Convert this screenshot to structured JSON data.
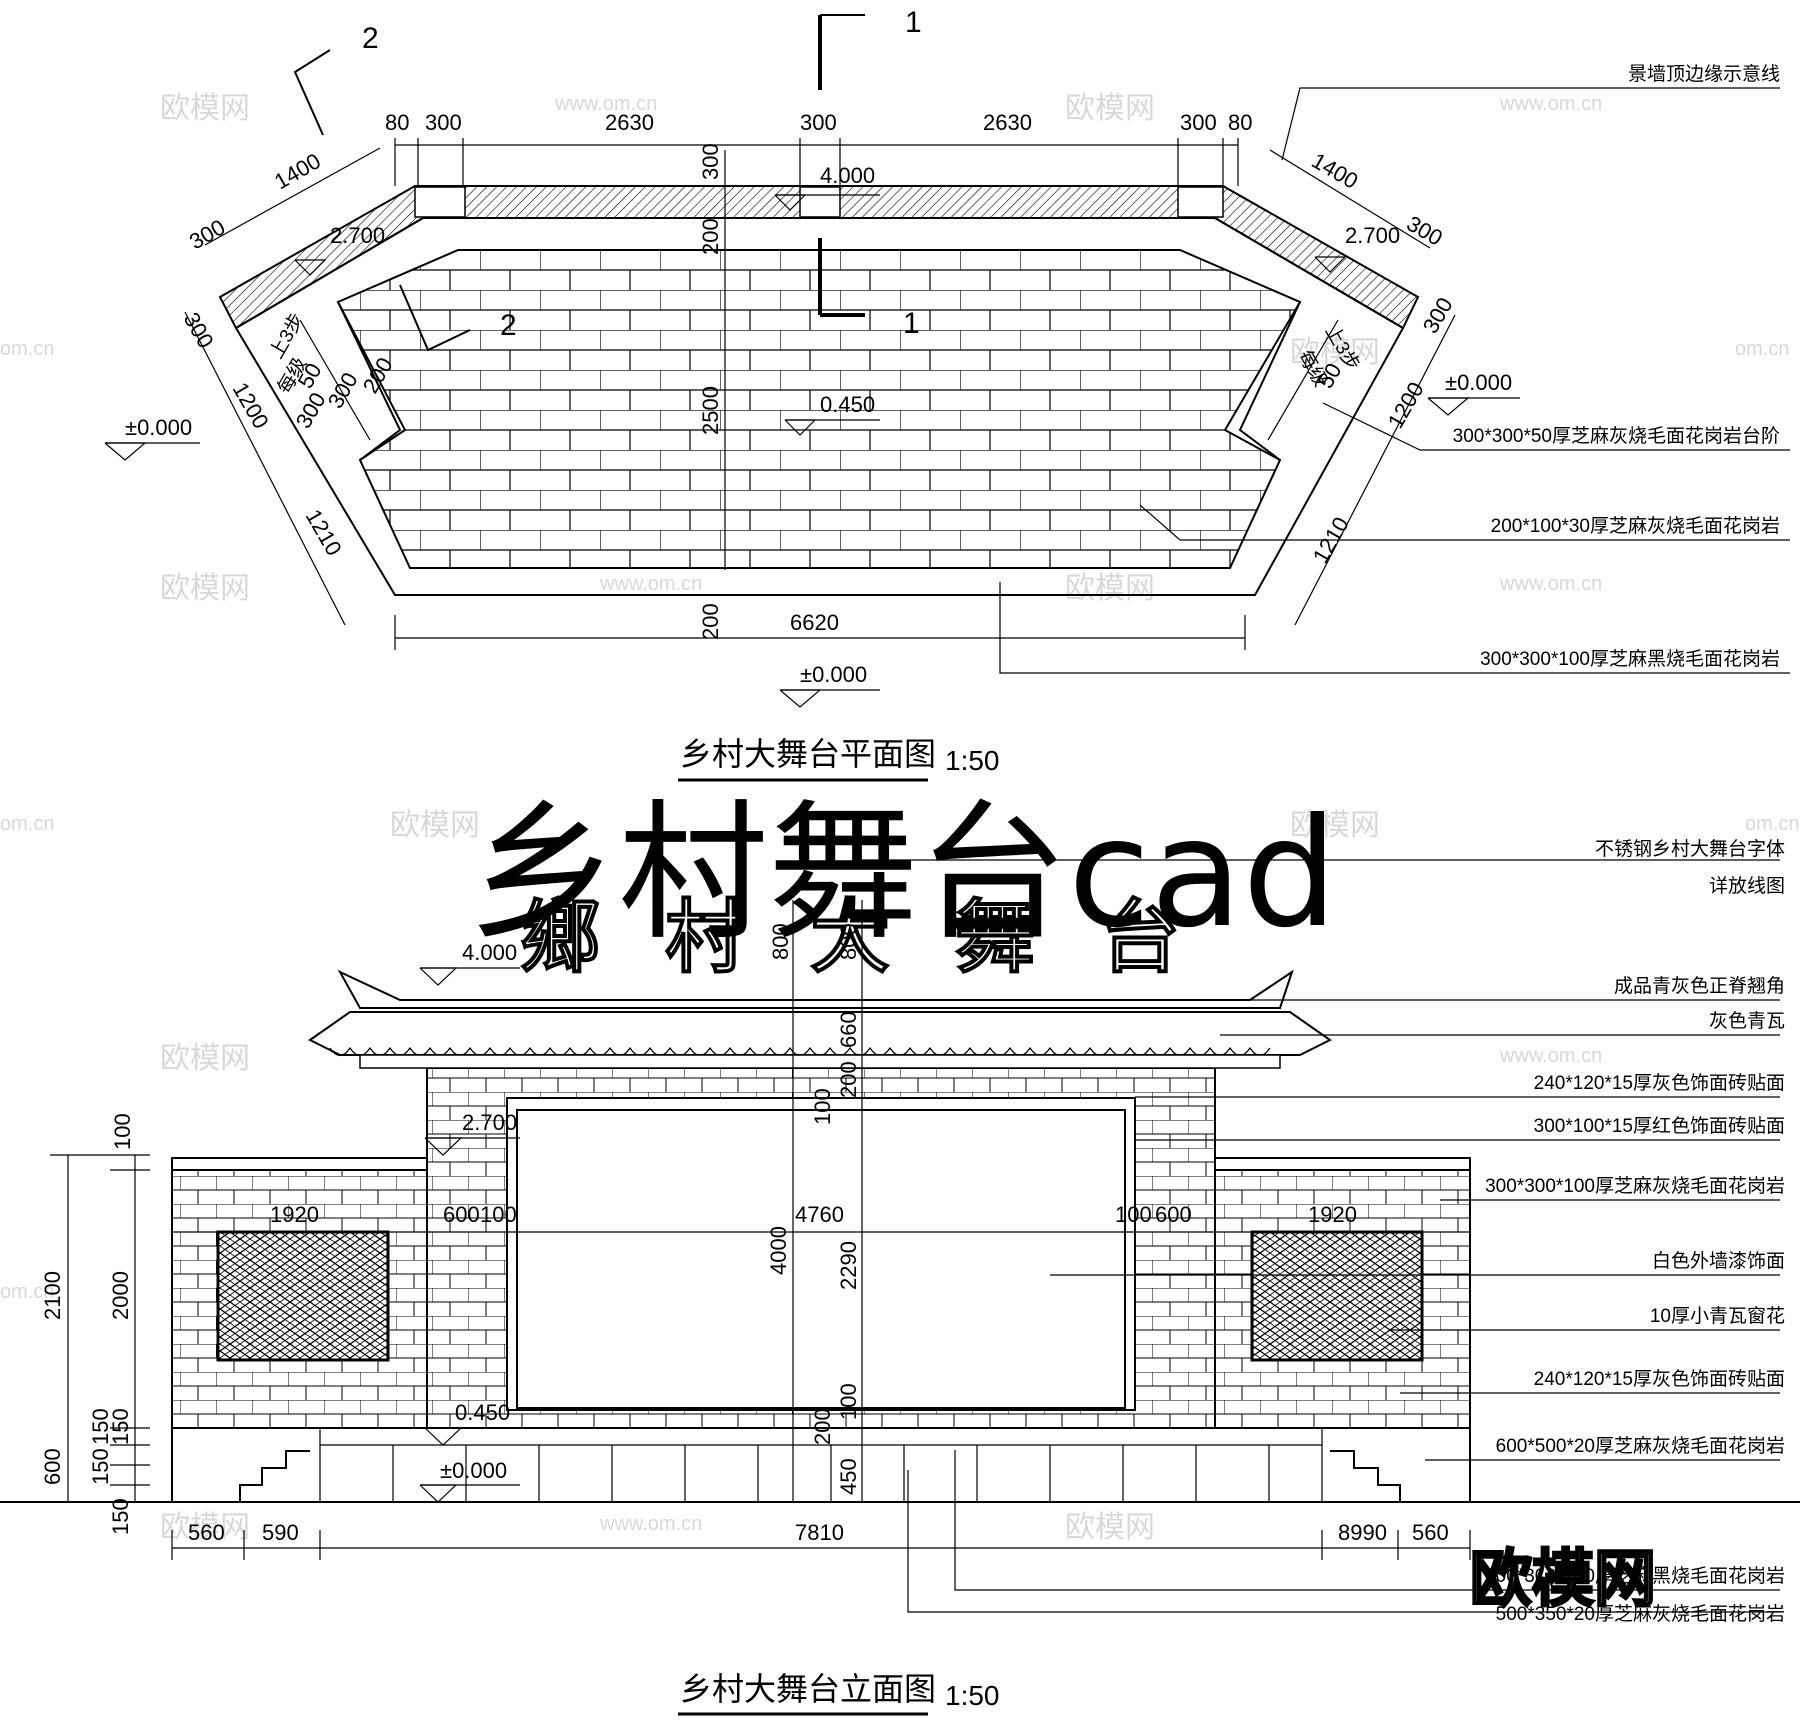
{
  "plan": {
    "title": "乡村大舞台平面图",
    "scale": "1:50",
    "levels": [
      "4.000",
      "2.700",
      "2.700",
      "0.450",
      "±0.000",
      "±0.000",
      "±0.000"
    ],
    "dims_top": [
      "80",
      "300",
      "2630",
      "300",
      "2630",
      "300",
      "80"
    ],
    "dims_left": [
      "1400",
      "300",
      "300",
      "1200",
      "1210"
    ],
    "dims_right": [
      "1400",
      "300",
      "300",
      "1200",
      "1210"
    ],
    "dims_inner": [
      "300",
      "200",
      "2500",
      "200",
      "50",
      "300",
      "300",
      "200",
      "50"
    ],
    "dim_bottom": "6620",
    "step_labels": [
      "上3步",
      "每级",
      "上3步",
      "每级"
    ],
    "section_marks": [
      "1",
      "1",
      "2",
      "2"
    ],
    "callouts": [
      "景墙顶边缘示意线",
      "300*300*50厚芝麻灰烧毛面花岗岩台阶",
      "200*100*30厚芝麻灰烧毛面花岗岩",
      "300*300*100厚芝麻黑烧毛面花岗岩"
    ]
  },
  "overlay_title": "乡村舞台cad",
  "elevation": {
    "title": "乡村大舞台立面图",
    "scale": "1:50",
    "sign_text": "鄉村大舞台",
    "levels": [
      "4.000",
      "2.700",
      "0.450",
      "±0.000"
    ],
    "dims_vertical_center": [
      "800",
      "800",
      "660",
      "200",
      "100",
      "4000",
      "2290",
      "100",
      "200",
      "450"
    ],
    "dims_left": [
      "100",
      "2100",
      "2000",
      "150",
      "150",
      "150",
      "600",
      "150"
    ],
    "dims_horizontal": [
      "1920",
      "600",
      "100",
      "4760",
      "100",
      "600",
      "1920"
    ],
    "dims_bottom": [
      "560",
      "590",
      "7810",
      "8990",
      "560"
    ],
    "callouts": [
      "不锈钢乡村大舞台字体",
      "详放线图",
      "成品青灰色正脊翘角",
      "灰色青瓦",
      "240*120*15厚灰色饰面砖贴面",
      "300*100*15厚红色饰面砖贴面",
      "300*300*100厚芝麻灰烧毛面花岗岩",
      "白色外墙漆饰面",
      "10厚小青瓦窗花",
      "240*120*15厚灰色饰面砖贴面",
      "600*500*20厚芝麻灰烧毛面花岗岩",
      "300*300*100厚芝麻黑烧毛面花岗岩",
      "500*350*20厚芝麻灰烧毛面花岗岩"
    ]
  },
  "watermark": {
    "logo": "欧模网",
    "site": "www.om.cn",
    "domain": "om.cn",
    "corner_logo": "欧模网"
  }
}
